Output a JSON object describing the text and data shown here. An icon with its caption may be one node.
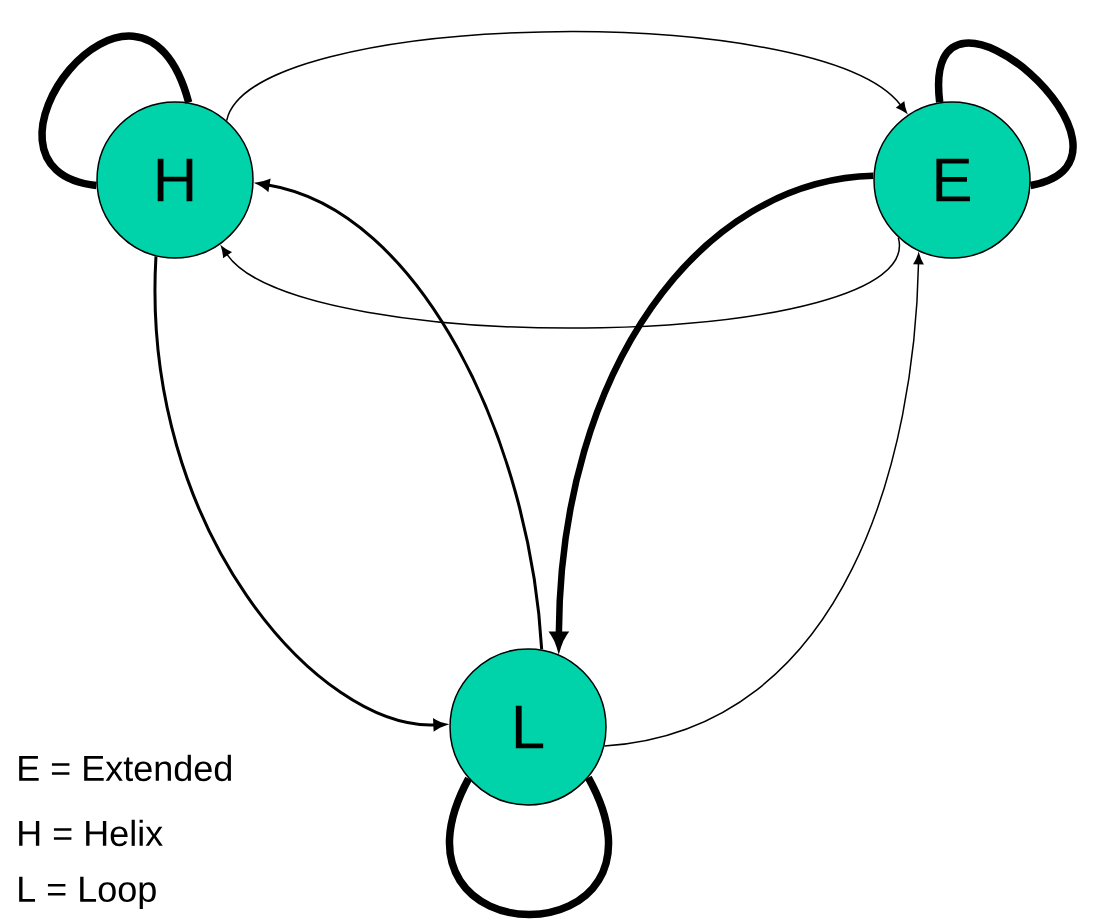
{
  "diagram": {
    "nodes": [
      {
        "text": [
          "H"
        ]
      },
      {
        "text": [
          "E"
        ]
      },
      {
        "text": [
          "L"
        ]
      }
    ],
    "edges": [
      {
        "from": 0,
        "to": 0,
        "arrow": "none",
        "style": "thick"
      },
      {
        "from": 1,
        "to": 1,
        "arrow": "none",
        "style": "thick"
      },
      {
        "from": 2,
        "to": 2,
        "arrow": "none",
        "style": "thick"
      },
      {
        "from": 0,
        "to": 1,
        "arrow": "to"
      },
      {
        "from": 1,
        "to": 0,
        "arrow": "to"
      },
      {
        "from": 2,
        "to": 0,
        "arrow": "to"
      },
      {
        "from": 1,
        "to": 2,
        "arrow": "to",
        "style": "thick"
      },
      {
        "from": 0,
        "to": 2,
        "arrow": "to"
      },
      {
        "from": 2,
        "to": 1,
        "arrow": "to"
      }
    ],
    "labels": [
      "E = Extended",
      "H = Helix",
      "L = Loop"
    ]
  }
}
